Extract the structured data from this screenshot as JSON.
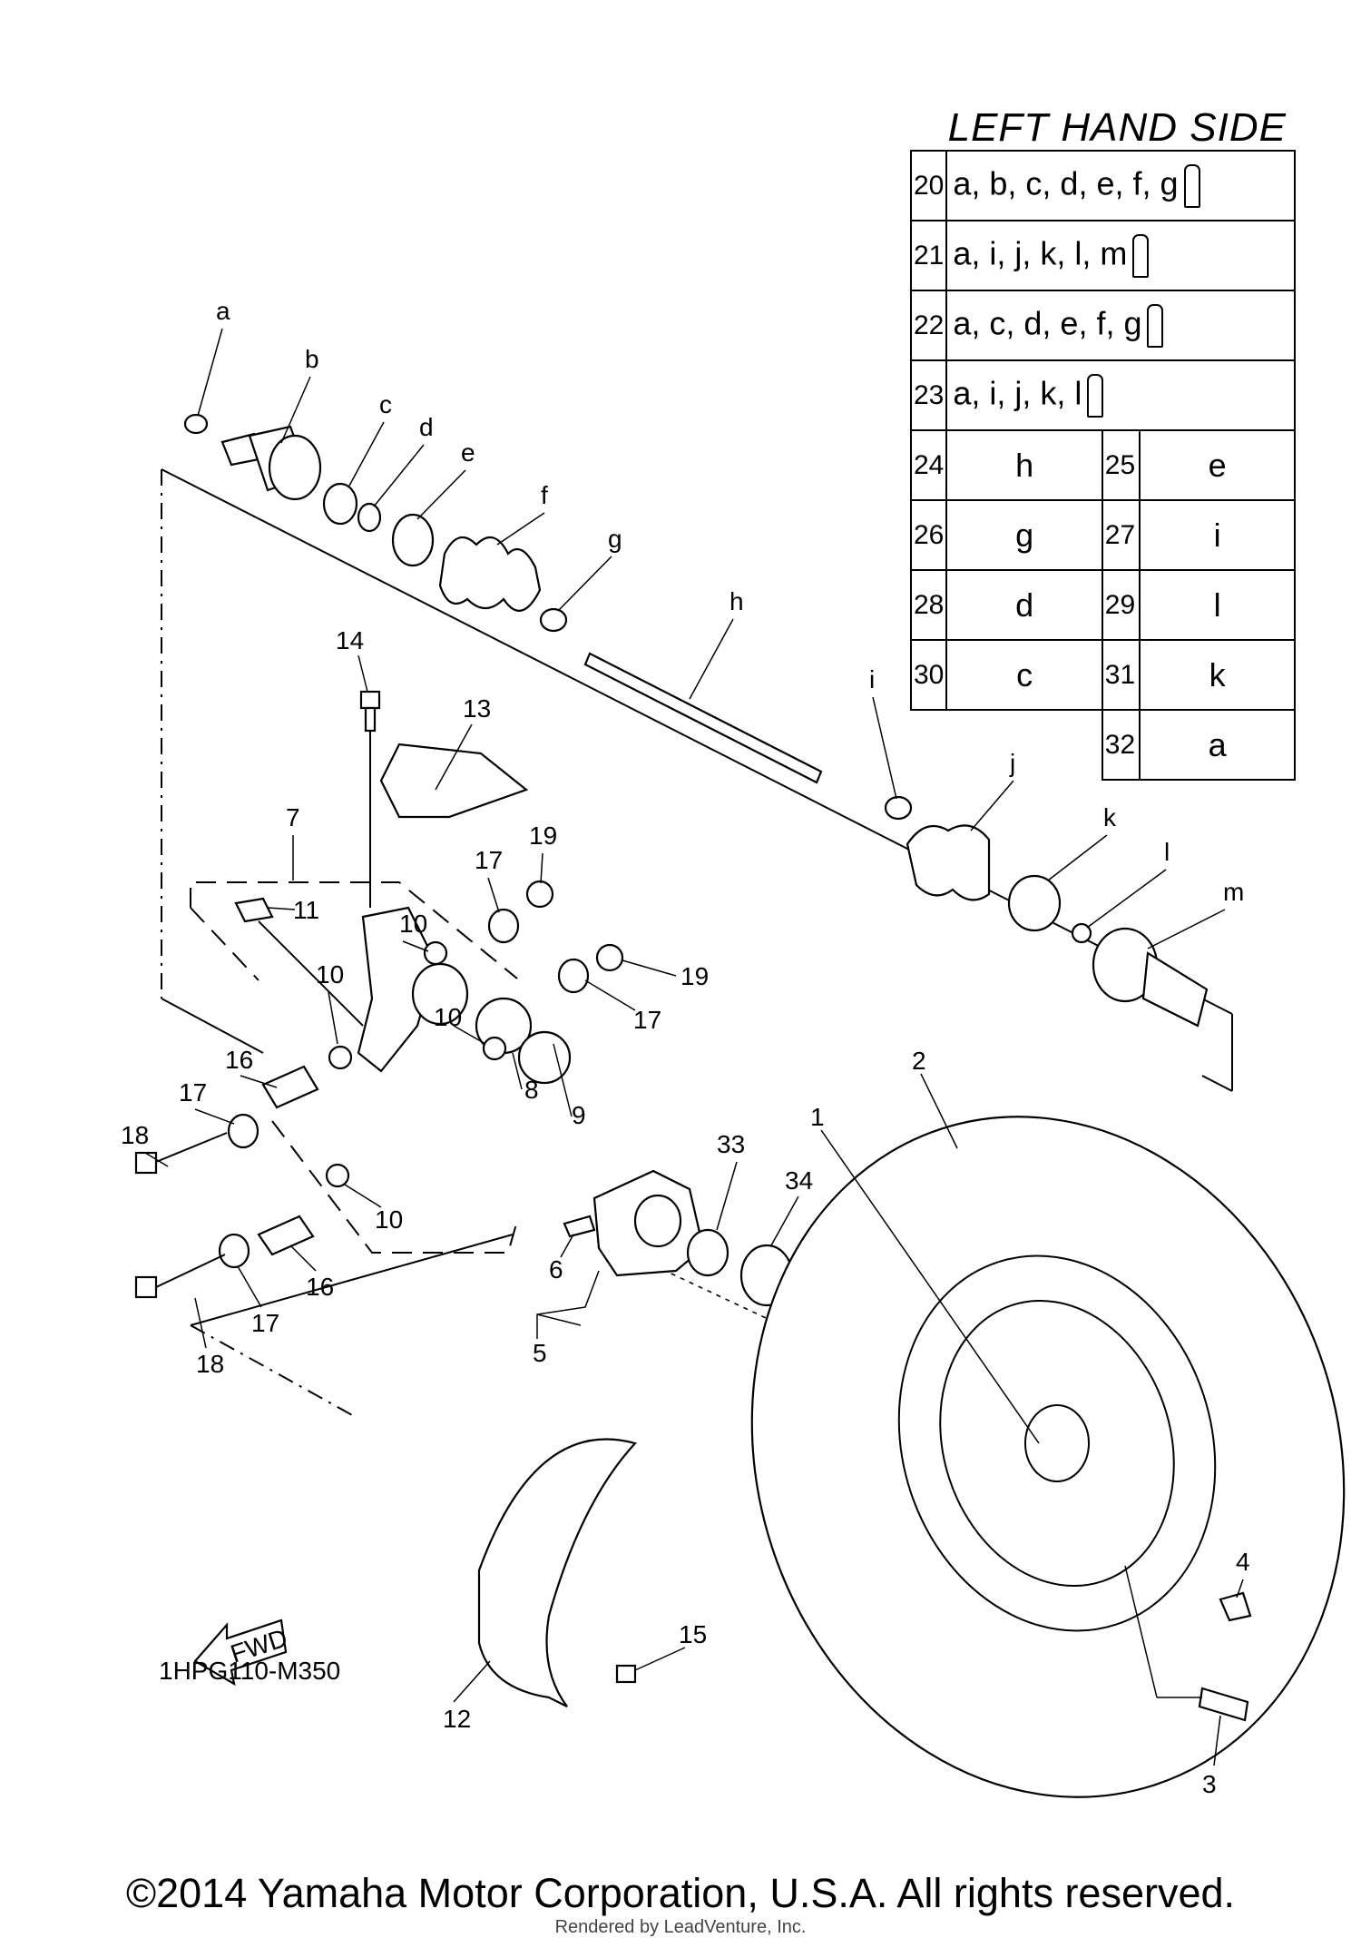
{
  "legend": {
    "title": "LEFT HAND SIDE",
    "rows_wide": [
      {
        "num": "20",
        "parts": "a, b, c, d, e, f, g",
        "icon": "grease-tube-icon"
      },
      {
        "num": "21",
        "parts": "a, i, j, k, l, m",
        "icon": "grease-tube-icon"
      },
      {
        "num": "22",
        "parts": "a, c, d, e, f, g",
        "icon": "grease-tube-icon"
      },
      {
        "num": "23",
        "parts": "a, i, j, k, l",
        "icon": "grease-tube-icon"
      }
    ],
    "rows_pair": [
      {
        "n1": "24",
        "v1": "h",
        "n2": "25",
        "v2": "e"
      },
      {
        "n1": "26",
        "v1": "g",
        "n2": "27",
        "v2": "i"
      },
      {
        "n1": "28",
        "v1": "d",
        "n2": "29",
        "v2": "l"
      },
      {
        "n1": "30",
        "v1": "c",
        "n2": "31",
        "v2": "k"
      }
    ],
    "row_last": {
      "n2": "32",
      "v2": "a"
    }
  },
  "letter_labels": [
    "a",
    "b",
    "c",
    "d",
    "e",
    "f",
    "g",
    "h",
    "i",
    "j",
    "k",
    "l",
    "m"
  ],
  "callouts": {
    "c1": "1",
    "c2": "2",
    "c3": "3",
    "c4": "4",
    "c5": "5",
    "c6": "6",
    "c7": "7",
    "c8": "8",
    "c9": "9",
    "c10a": "10",
    "c10b": "10",
    "c10c": "10",
    "c10d": "10",
    "c11": "11",
    "c12": "12",
    "c13": "13",
    "c14": "14",
    "c15": "15",
    "c16a": "16",
    "c16b": "16",
    "c17a": "17",
    "c17b": "17",
    "c17c": "17",
    "c17d": "17",
    "c18a": "18",
    "c18b": "18",
    "c19a": "19",
    "c19b": "19",
    "c33": "33",
    "c34": "34"
  },
  "fwd_label": "FWD",
  "diagram_code": "1HPG110-M350",
  "footer": "©2014 Yamaha Motor Corporation, U.S.A. All rights reserved.",
  "watermark_line": "Rendered by LeadVenture, Inc."
}
